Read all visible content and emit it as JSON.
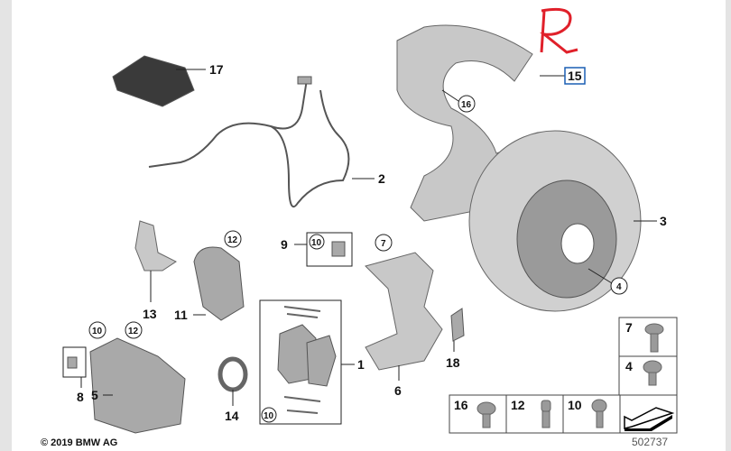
{
  "annotation": {
    "handwritten": "R",
    "color": "#e0202a"
  },
  "callouts": {
    "c1": "1",
    "c2": "2",
    "c3": "3",
    "c5": "5",
    "c6": "6",
    "c8": "8",
    "c9": "9",
    "c11": "11",
    "c13": "13",
    "c14": "14",
    "c15": "15",
    "c17": "17",
    "c18": "18"
  },
  "circled": {
    "c16": "16",
    "c4": "4",
    "c12a": "12",
    "c10a": "10",
    "c7": "7",
    "c10b": "10",
    "c12b": "12",
    "c10c": "10"
  },
  "hardware": {
    "right": [
      "7",
      "4"
    ],
    "bottom": [
      "16",
      "12",
      "10"
    ]
  },
  "highlight_color": "#1a5fb4",
  "footer": {
    "copyright": "© 2019 BMW AG",
    "diagram_number": "502737"
  }
}
